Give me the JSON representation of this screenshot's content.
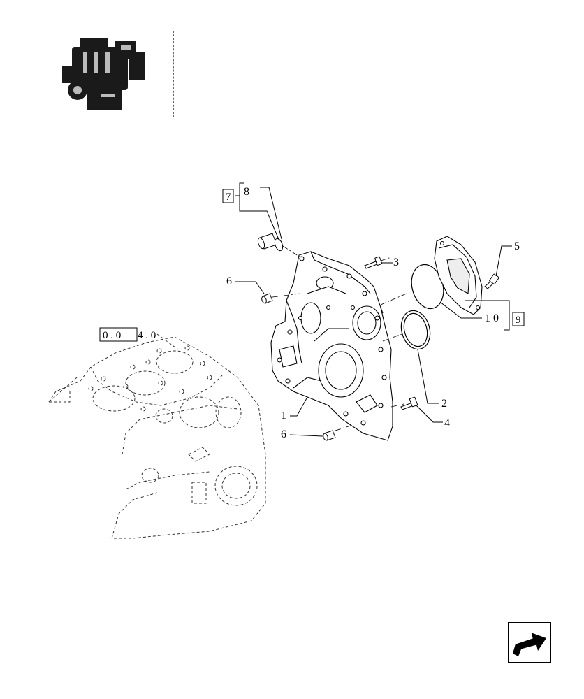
{
  "callouts": {
    "c1": "1",
    "c2": "2",
    "c3": "3",
    "c4": "4",
    "c5": "5",
    "c6a": "6",
    "c6b": "6",
    "c7": "7",
    "c8": "8",
    "c9": "9",
    "c10": "1 0"
  },
  "reference": {
    "prefix": "0 . 0",
    "suffix": "4 . 0"
  },
  "icons": {
    "thumbnail": "engine-thumbnail-icon",
    "navigate": "next-page-arrow-icon"
  }
}
